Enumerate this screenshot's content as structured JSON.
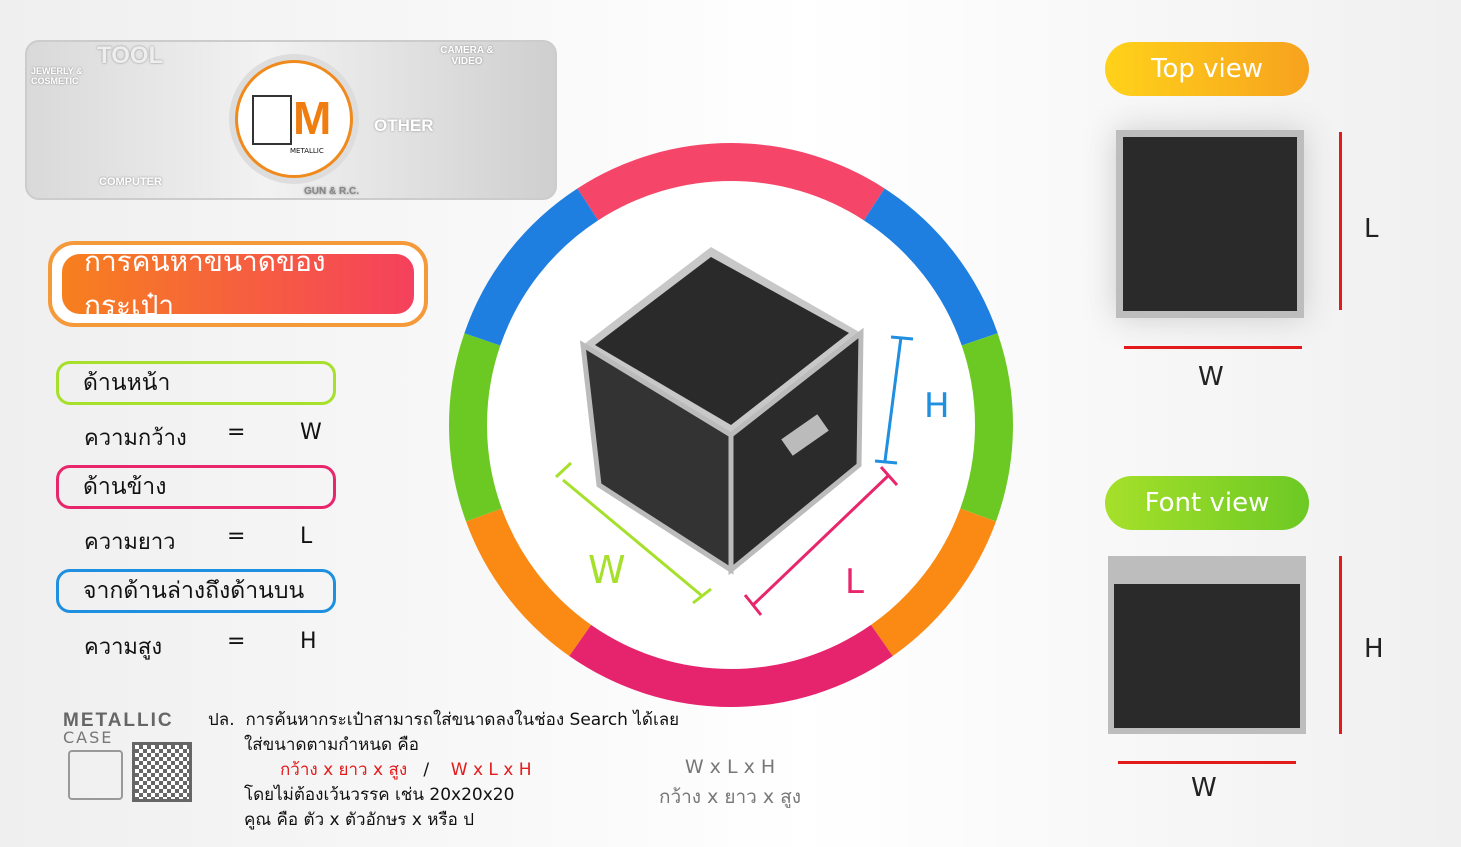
{
  "banner": {
    "categories": [
      "TOOL",
      "JEWERLY & COSMETIC",
      "COMPUTER",
      "CAMERA & VIDEO",
      "OTHER",
      "GUN & R.C."
    ],
    "logo_text": "M",
    "logo_sub": "METALLIC"
  },
  "title": "การค้นหาขนาดของกระเป๋า",
  "dimensions": [
    {
      "tag": "ด้านหน้า",
      "label": "ความกว้าง",
      "eq": "=",
      "symbol": "W",
      "color": "#a6e02a"
    },
    {
      "tag": "ด้านข้าง",
      "label": "ความยาว",
      "eq": "=",
      "symbol": "L",
      "color": "#e8266b"
    },
    {
      "tag": "จากด้านล่างถึงด้านบน",
      "label": "ความสูง",
      "eq": "=",
      "symbol": "H",
      "color": "#1f8fe0"
    }
  ],
  "center": {
    "w": "W",
    "l": "L",
    "h": "H"
  },
  "top_view": {
    "label": "Top view",
    "l": "L",
    "w": "W"
  },
  "front_view": {
    "label": "Font view",
    "h": "H",
    "w": "W"
  },
  "footer": {
    "brand": "METALLIC",
    "brand2": "CASE",
    "prefix": "ปล.",
    "line1": "การค้นหากระเป๋าสามารถใส่ขนาดลงในช่อง Search ได้เลย",
    "line2": "ใส่ขนาดตามกำหนด คือ",
    "format_th": "กว้าง x ยาว x สูง",
    "slash": "/",
    "format_en": "W x L x H",
    "line4": "โดยไม่ต้องเว้นวรรค เช่น 20x20x20",
    "line5": "คูณ คือ ตัว x ตัวอักษร x หรือ ป",
    "center_en": "W x L x H",
    "center_th": "กว้าง x ยาว x สูง"
  }
}
